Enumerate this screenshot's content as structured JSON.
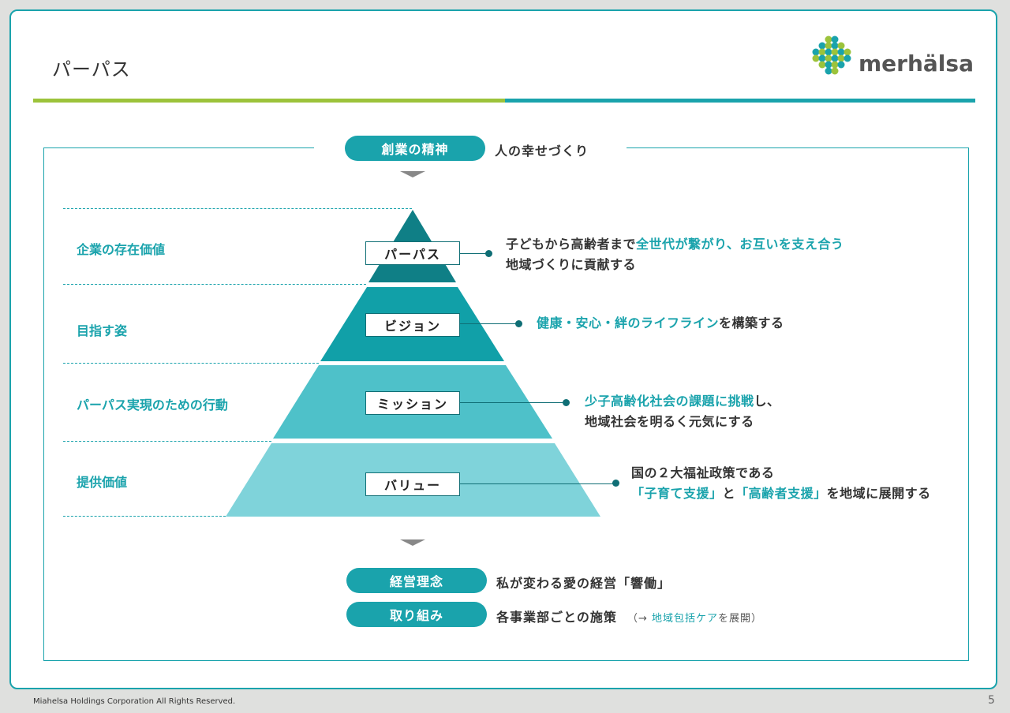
{
  "page": {
    "title": "パーパス",
    "number": "5",
    "copyright": "Miahelsa Holdings Corporation All Rights Reserved."
  },
  "logo": {
    "text": "merhälsa",
    "colors": {
      "green": "#9cc33b",
      "teal": "#1aa3ac"
    }
  },
  "founding": {
    "label": "創業の精神",
    "text": "人の幸せづくり"
  },
  "pyramid": {
    "levels": [
      {
        "side_label": "企業の存在価値",
        "box": "パーパス",
        "desc": {
          "line1_pre": "子どもから高齢者まで",
          "line1_hl": "全世代が繋がり、お互いを支え合う",
          "line2": "地域づくりに貢献する"
        },
        "color": "#0f7f86"
      },
      {
        "side_label": "目指す姿",
        "box": "ビジョン",
        "desc": {
          "line1_hl": "健康・安心・絆のライフライン",
          "line1_post": "を構築する"
        },
        "color": "#11a0a8"
      },
      {
        "side_label": "パーパス実現のための行動",
        "box": "ミッション",
        "desc": {
          "line1_hl": "少子高齢化社会の課題に挑戦",
          "line1_post": "し、",
          "line2": "地域社会を明るく元気にする"
        },
        "color": "#4ec1c9"
      },
      {
        "side_label": "提供価値",
        "box": "バリュー",
        "desc": {
          "line1": "国の２大福祉政策である",
          "q1_open": "「",
          "q1_hl": "子育て支援",
          "q1_close": "」と",
          "q2_open": "「",
          "q2_hl": "高齢者支援",
          "q2_close": "」を地域に展開する"
        },
        "color": "#7fd3da"
      }
    ]
  },
  "management": {
    "label": "経営理念",
    "text": "私が変わる愛の経営「響働」"
  },
  "efforts": {
    "label": "取り組み",
    "text": "各事業部ごとの施策",
    "note_pre": "（→ ",
    "note_hl": "地域包括ケア",
    "note_post": "を展開）"
  }
}
